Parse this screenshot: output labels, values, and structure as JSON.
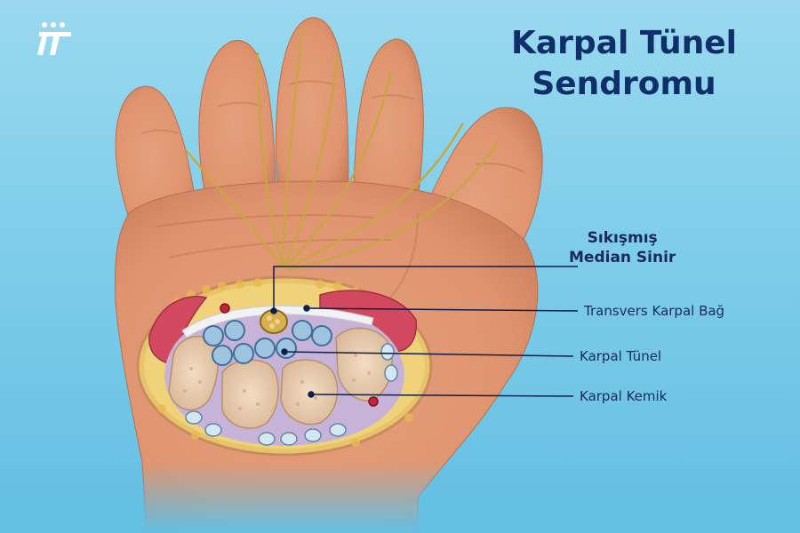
{
  "title": {
    "line1": "Karpal Tünel",
    "line2": "Sendromu"
  },
  "labels": {
    "median_nerve": {
      "line1": "Sıkışmış",
      "line2": "Median Sinir"
    },
    "transverse_ligament": "Transvers Karpal Bağ",
    "carpal_tunnel": "Karpal Tünel",
    "carpal_bone": "Karpal Kemik"
  },
  "colors": {
    "background": "#7fcdea",
    "title": "#0f2f6b",
    "skin": "#e9a27d",
    "nerve": "#c9a544",
    "leader_line": "#0d1f4a"
  },
  "icons": {
    "logo": "logo-icon"
  }
}
